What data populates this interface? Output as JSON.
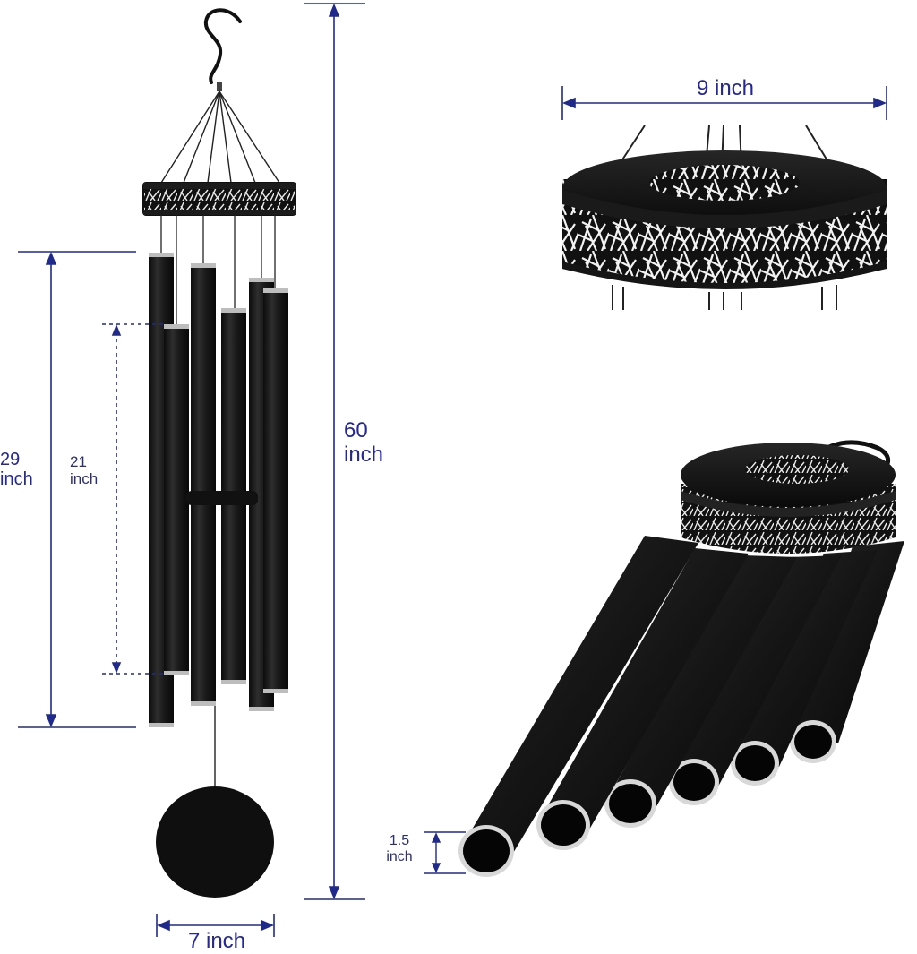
{
  "colors": {
    "dimension_line": "#1f2a8c",
    "label_text": "#23279a",
    "product_black": "#141414",
    "tube_rim": "#c9c9c9",
    "background": "#ffffff"
  },
  "dimensions": {
    "total_length": {
      "line1": "60",
      "line2": "inch"
    },
    "longest_tube": {
      "line1": "29",
      "line2": "inch"
    },
    "shortest_tube": {
      "line1": "21",
      "line2": "inch"
    },
    "striker_diameter": "7 inch",
    "top_ring_diameter": "9 inch",
    "tube_diameter": {
      "line1": "1.5",
      "line2": "inch"
    }
  },
  "icons": {
    "hook": "s-hook-icon",
    "ring": "decorative-ring-icon",
    "tubes": "chime-tube-icon",
    "sail": "wind-sail-icon"
  }
}
